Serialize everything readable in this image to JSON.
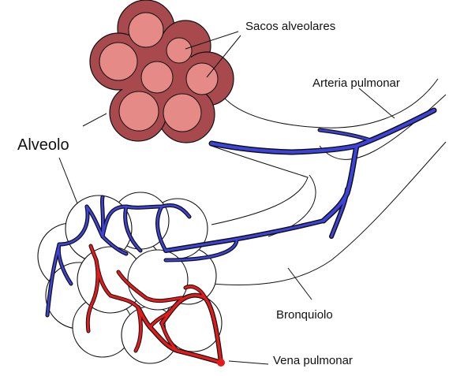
{
  "labels": {
    "sacos": "Sacos alveolares",
    "arteria": "Arteria pulmonar",
    "alveolo": "Alveolo",
    "bronquiolo": "Bronquiolo",
    "vena": "Vena pulmonar"
  },
  "colors": {
    "sac_outer": "#a84a4d",
    "sac_inner": "#e58a86",
    "artery": "#3d43e0",
    "vein": "#e51a1a",
    "outline": "#111111",
    "alveolus": "#ffffff"
  }
}
